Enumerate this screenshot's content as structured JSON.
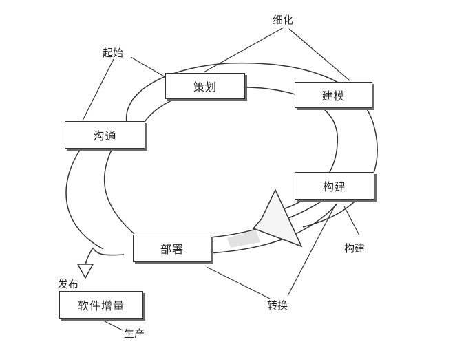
{
  "phases": {
    "planning": "策划",
    "modeling": "建模",
    "communication": "沟通",
    "construction": "构建",
    "deployment": "部署",
    "increment": "软件增量"
  },
  "annotations": {
    "inception": "起始",
    "elaboration": "细化",
    "construction": "构建",
    "transition": "转换",
    "release": "发布",
    "production": "生产"
  },
  "colors": {
    "line": "#333333",
    "shadow": "#6a6a6a",
    "arrow_fill": "#f5f5f5"
  }
}
